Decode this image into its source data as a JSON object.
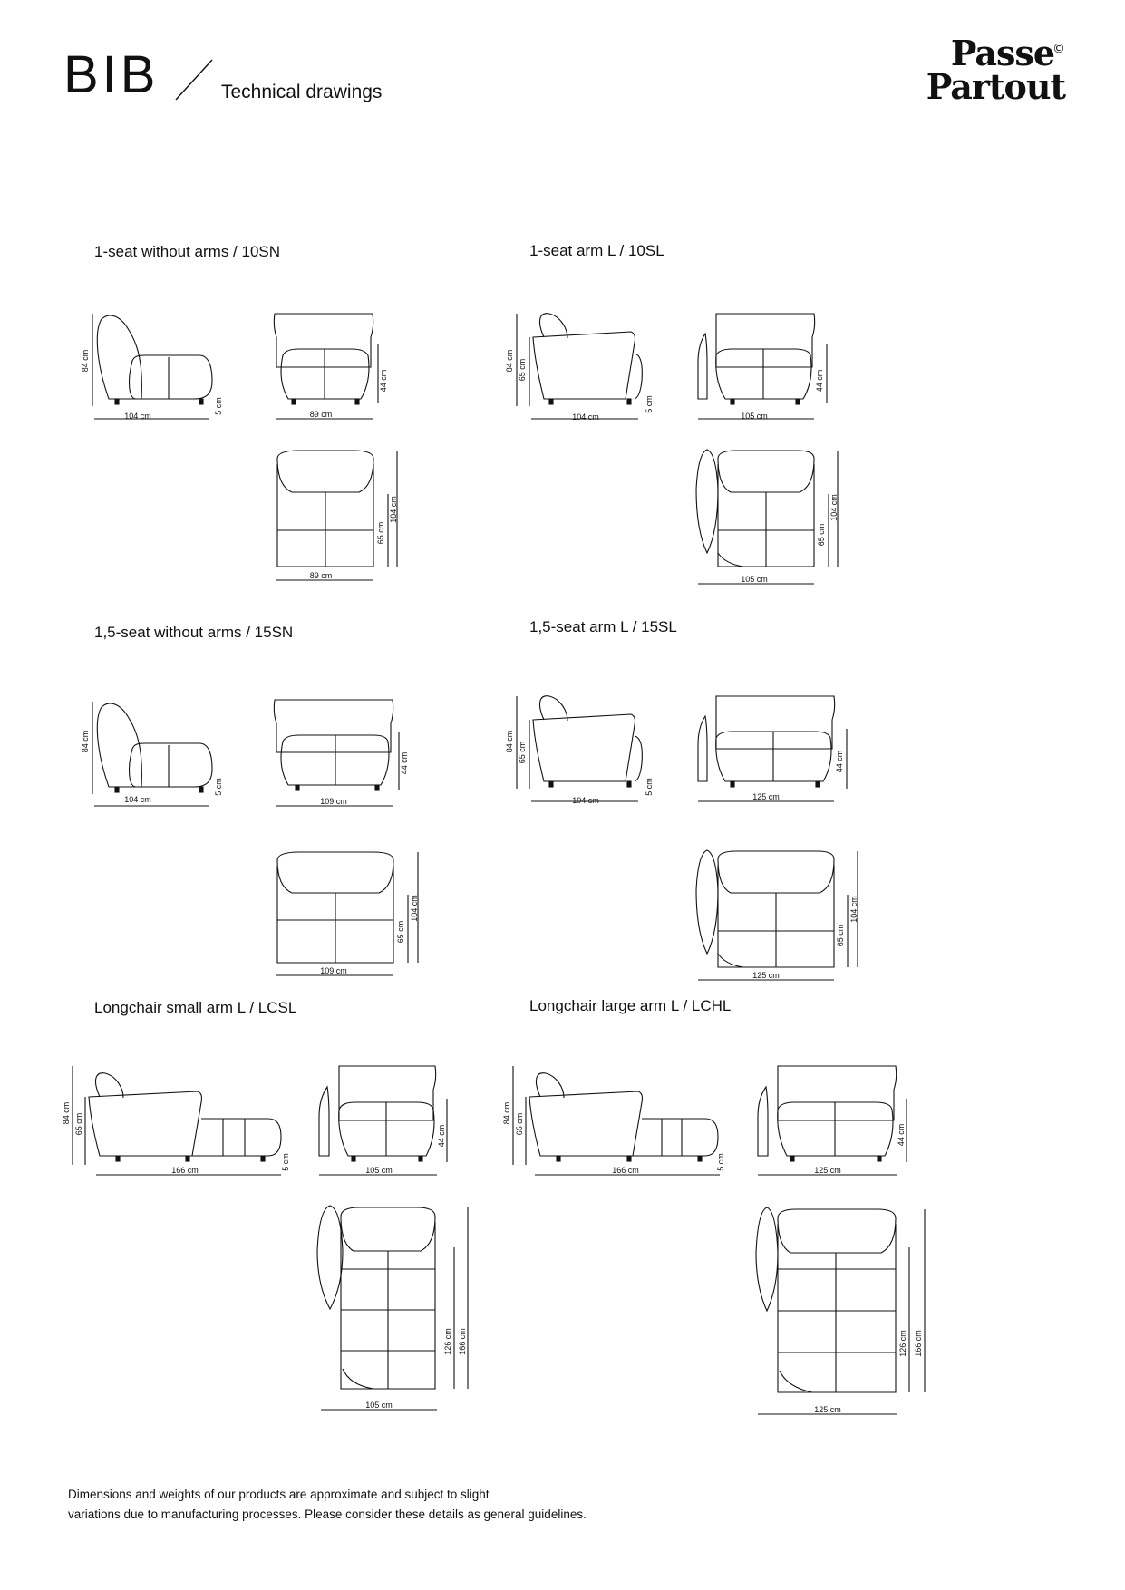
{
  "header": {
    "title": "BIB",
    "subtitle": "Technical drawings"
  },
  "logo": {
    "line1": "Passe",
    "line2": "Partout",
    "mark": "©"
  },
  "sections": [
    {
      "title": "1-seat without arms / 10SN",
      "side": {
        "height": "84 cm",
        "depth": "104 cm",
        "leg": "5 cm"
      },
      "front": {
        "width": "89 cm",
        "seat": "44 cm"
      },
      "top": {
        "width": "89 cm",
        "seat_depth": "65 cm",
        "depth": "104 cm"
      }
    },
    {
      "title": "1-seat arm L / 10SL",
      "side": {
        "height": "84 cm",
        "arm": "65 cm",
        "depth": "104 cm",
        "leg": "5 cm"
      },
      "front": {
        "width": "105 cm",
        "seat": "44 cm"
      },
      "top": {
        "width": "105 cm",
        "seat_depth": "65 cm",
        "depth": "104 cm"
      }
    },
    {
      "title": "1,5-seat without arms / 15SN",
      "side": {
        "height": "84 cm",
        "depth": "104 cm",
        "leg": "5 cm"
      },
      "front": {
        "width": "109 cm",
        "seat": "44 cm"
      },
      "top": {
        "width": "109 cm",
        "seat_depth": "65 cm",
        "depth": "104 cm"
      }
    },
    {
      "title": "1,5-seat arm L / 15SL",
      "side": {
        "height": "84 cm",
        "arm": "65 cm",
        "depth": "104 cm",
        "leg": "5 cm"
      },
      "front": {
        "width": "125 cm",
        "seat": "44 cm"
      },
      "top": {
        "width": "125 cm",
        "seat_depth": "65 cm",
        "depth": "104 cm"
      }
    },
    {
      "title": "Longchair small arm L / LCSL",
      "side": {
        "height": "84 cm",
        "arm": "65 cm",
        "depth": "166 cm",
        "leg": "5 cm"
      },
      "front": {
        "width": "105 cm",
        "seat": "44 cm"
      },
      "top": {
        "width": "105 cm",
        "seat_depth": "126 cm",
        "depth": "166 cm"
      }
    },
    {
      "title": "Longchair large arm L / LCHL",
      "side": {
        "height": "84 cm",
        "arm": "65 cm",
        "depth": "166 cm",
        "leg": "5 cm"
      },
      "front": {
        "width": "125 cm",
        "seat": "44 cm"
      },
      "top": {
        "width": "125 cm",
        "seat_depth": "126 cm",
        "depth": "166 cm"
      }
    }
  ],
  "footer": {
    "line1": "Dimensions and weights of our products are approximate and subject to slight",
    "line2": "variations due to manufacturing processes. Please consider these details as general guidelines."
  }
}
